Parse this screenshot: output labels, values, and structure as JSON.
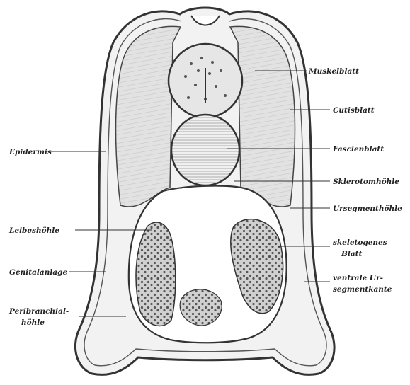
{
  "labels": {
    "muskelblatt": "Muskelblatt",
    "cutisblatt": "Cutisblatt",
    "epidermis": "Epidermis",
    "fascienblatt": "Fascienblatt",
    "sklerotomhoehle": "Sklerotomhöhle",
    "ursegmenthoehle": "Ursegmenthöhle",
    "leibeshoehle": "Leibeshöhle",
    "skeletogenes_1": "skeletogenes",
    "skeletogenes_2": "Blatt",
    "genitalanlage": "Genitalanlage",
    "ventrale_1": "ventrale Ur-",
    "ventrale_2": "segmentkante",
    "peribranchial_1": "Peribranchial-",
    "peribranchial_2": "höhle"
  }
}
